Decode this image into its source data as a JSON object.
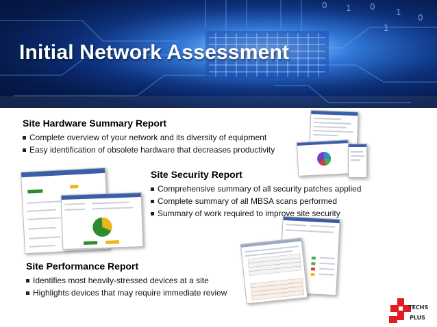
{
  "header": {
    "title": "Initial Network Assessment"
  },
  "sections": {
    "hardware": {
      "title": "Site Hardware Summary Report",
      "bullets": [
        "Complete overview of your network and its diversity of equipment",
        "Easy identification of obsolete hardware that decreases productivity"
      ]
    },
    "security": {
      "title": "Site Security Report",
      "bullets": [
        "Comprehensive summary of all security patches applied",
        "Complete summary of all MBSA scans performed",
        "Summary of work required to improve site security"
      ]
    },
    "performance": {
      "title": "Site Performance Report",
      "bullets": [
        "Identifies most heavily-stressed devices at a site",
        "Highlights devices that may require immediate review"
      ]
    }
  },
  "colors": {
    "banner_deep": "#061a4a",
    "banner_glow": "#5aa8ff",
    "report_header": "#3a5ea8",
    "pie_green": "#2e8b2e",
    "pie_yellow": "#e9b71a",
    "logo_red": "#e31b23"
  },
  "logo": {
    "name": "Techs Plus logo",
    "lettering": "TECHS PLUS"
  }
}
